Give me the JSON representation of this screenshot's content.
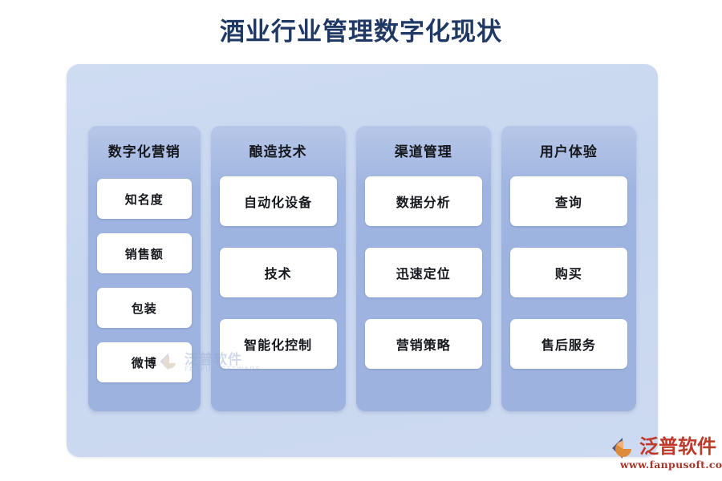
{
  "title": "酒业行业管理数字化现状",
  "colors": {
    "title_text": "#1F3864",
    "outer_panel": "#C9D8F0",
    "column_card": "#9FB4E0",
    "item_box": "#FFFFFF",
    "logo_red": "#C0392B",
    "page_background": "#FFFFFF"
  },
  "columns": [
    {
      "header": "数字化营销",
      "items": [
        "知名度",
        "销售额",
        "包装",
        "微博"
      ]
    },
    {
      "header": "酿造技术",
      "items": [
        "自动化设备",
        "技术",
        "智能化控制"
      ]
    },
    {
      "header": "渠道管理",
      "items": [
        "数据分析",
        "迅速定位",
        "营销策略"
      ]
    },
    {
      "header": "用户体验",
      "items": [
        "查询",
        "购买",
        "售后服务"
      ]
    }
  ],
  "watermark": {
    "name_cn": "泛普软件",
    "name_en": "FANPU SOFTWARE"
  },
  "logo": {
    "name_cn": "泛普软件",
    "url": "www.fanpusoft.com"
  }
}
